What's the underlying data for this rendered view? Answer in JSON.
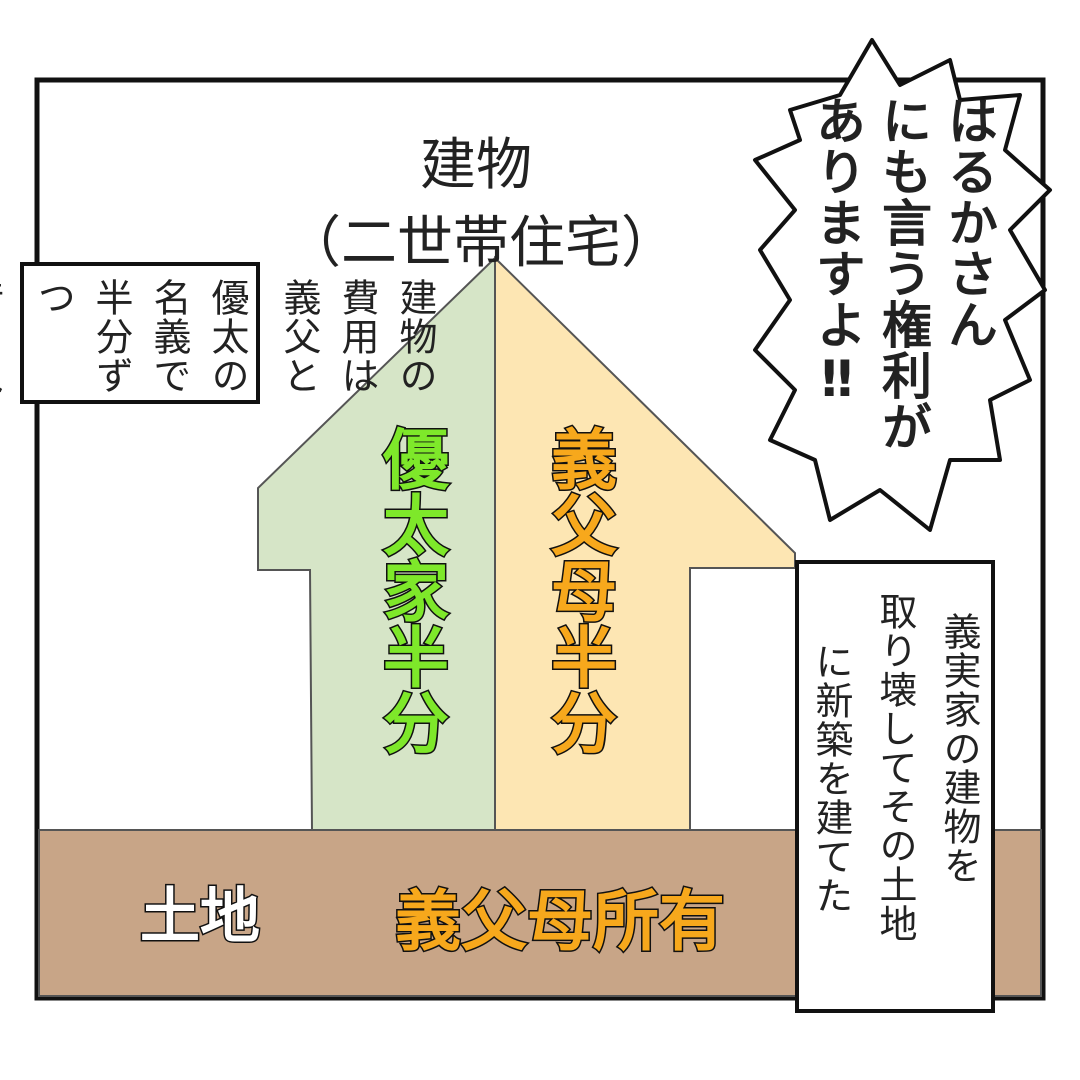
{
  "title": {
    "line1": "建物",
    "line2": "（二世帯住宅）"
  },
  "arrow": {
    "left_label": "優太家半分",
    "right_label": "義父母半分",
    "left_color": "#d6e5c7",
    "right_color": "#fde6b3",
    "left_text_color": "#7ee82a",
    "right_text_color": "#f7a81c"
  },
  "land": {
    "label": "土地",
    "owner": "義父母所有",
    "color": "#c8a587"
  },
  "left_note": {
    "lines": [
      "建物の費用は義父と",
      "優太の名義で半分ずつ",
      "借り入れをしている"
    ]
  },
  "right_note": {
    "lines": [
      "義実家の建物を",
      "取り壊してその土地",
      "に新築を建てた"
    ]
  },
  "speech_bubble": {
    "lines": [
      "はるかさん",
      "にも言う権利が",
      "ありますよ‼"
    ]
  }
}
